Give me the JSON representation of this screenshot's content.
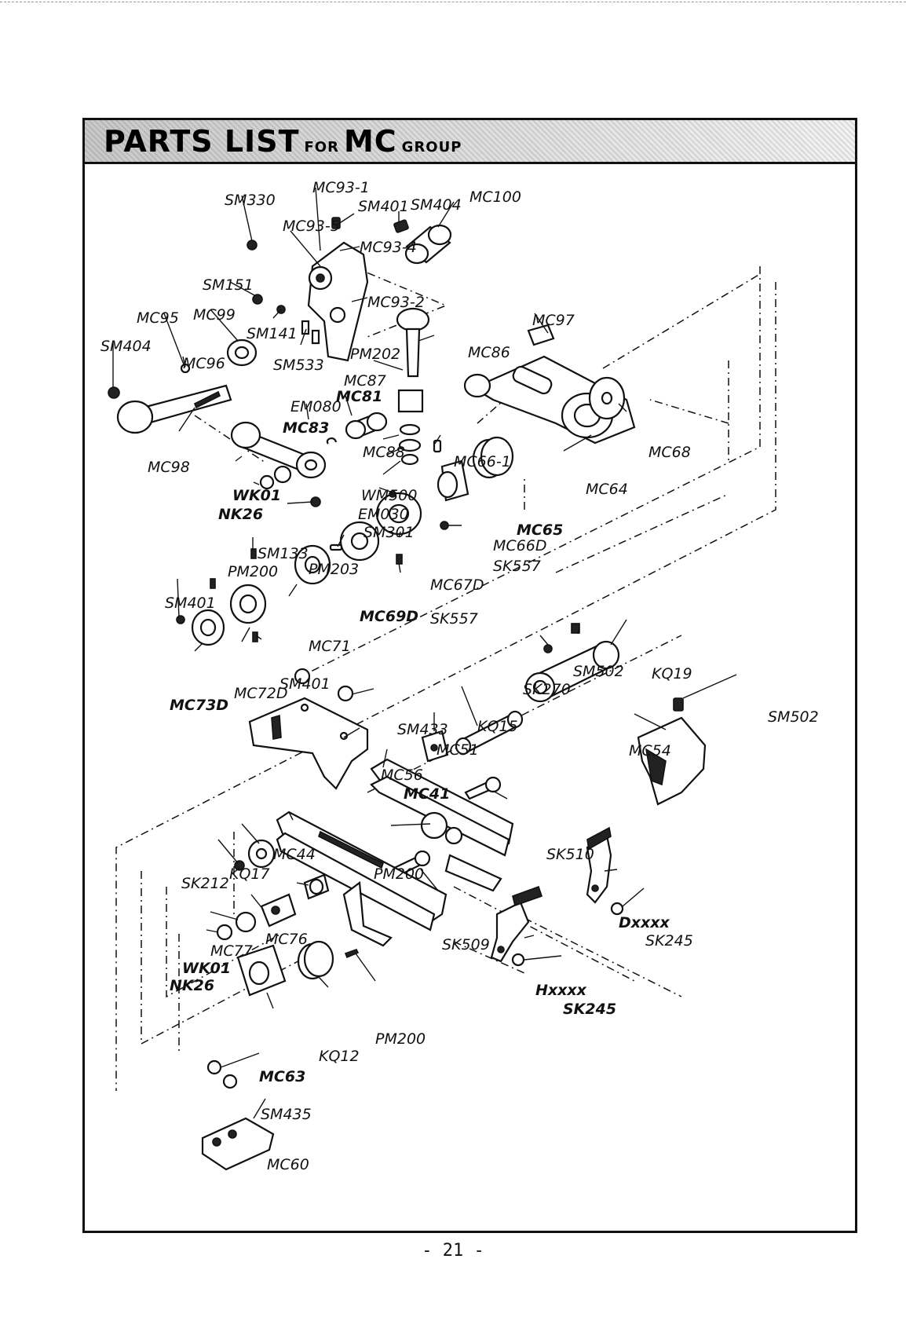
{
  "header": {
    "title_main": "PARTS LIST",
    "title_for": "FOR",
    "title_mc": "MC",
    "title_group": "GROUP"
  },
  "labels": {
    "SM330": "SM330",
    "MC93_1": "MC93-1",
    "SM401_a": "SM401",
    "SM404_a": "SM404",
    "MC100": "MC100",
    "MC93_5": "MC93-5",
    "MC93_4": "MC93-4",
    "SM151": "SM151",
    "MC93_2": "MC93-2",
    "MC95": "MC95",
    "MC99": "MC99",
    "SM141": "SM141",
    "MC97": "MC97",
    "SM404_b": "SM404",
    "MC96": "MC96",
    "SM533": "SM533",
    "PM202": "PM202",
    "MC86": "MC86",
    "MC87": "MC87",
    "EM080": "EM080",
    "MC81": "MC81",
    "MC83": "MC83",
    "MC98": "MC98",
    "MC68": "MC68",
    "MC88": "MC88",
    "MC66_1": "MC66-1",
    "MC64": "MC64",
    "WK01_a": "WK01",
    "WM500": "WM500",
    "NK26_a": "NK26",
    "EM030": "EM030",
    "SM301": "SM301",
    "MC65": "MC65",
    "MC66D": "MC66D",
    "SM133": "SM133",
    "SK557_a": "SK557",
    "PM200_a": "PM200",
    "PM203": "PM203",
    "MC67D": "MC67D",
    "SM401_b": "SM401",
    "MC69D": "MC69D",
    "SK557_b": "SK557",
    "MC71": "MC71",
    "SM401_c": "SM401",
    "MC73D": "MC73D",
    "MC72D": "MC72D",
    "SM502_a": "SM502",
    "KQ19": "KQ19",
    "SK270": "SK270",
    "SM502_b": "SM502",
    "SM433": "SM433",
    "KQ15": "KQ15",
    "MC51": "MC51",
    "MC54": "MC54",
    "MC56": "MC56",
    "MC41": "MC41",
    "SK510": "SK510",
    "MC44": "MC44",
    "PM200_b": "PM200",
    "KQ17": "KQ17",
    "SK212": "SK212",
    "Dxxxx": "Dxxxx",
    "SK245_a": "SK245",
    "MC77": "MC77",
    "MC76": "MC76",
    "SK509": "SK509",
    "WK01_b": "WK01",
    "NK26_b": "NK26",
    "Hxxxx": "Hxxxx",
    "SK245_b": "SK245",
    "KQ12": "KQ12",
    "PM200_c": "PM200",
    "MC63": "MC63",
    "SM435": "SM435",
    "MC60": "MC60"
  },
  "footer": {
    "page_number": "- 21 -"
  }
}
